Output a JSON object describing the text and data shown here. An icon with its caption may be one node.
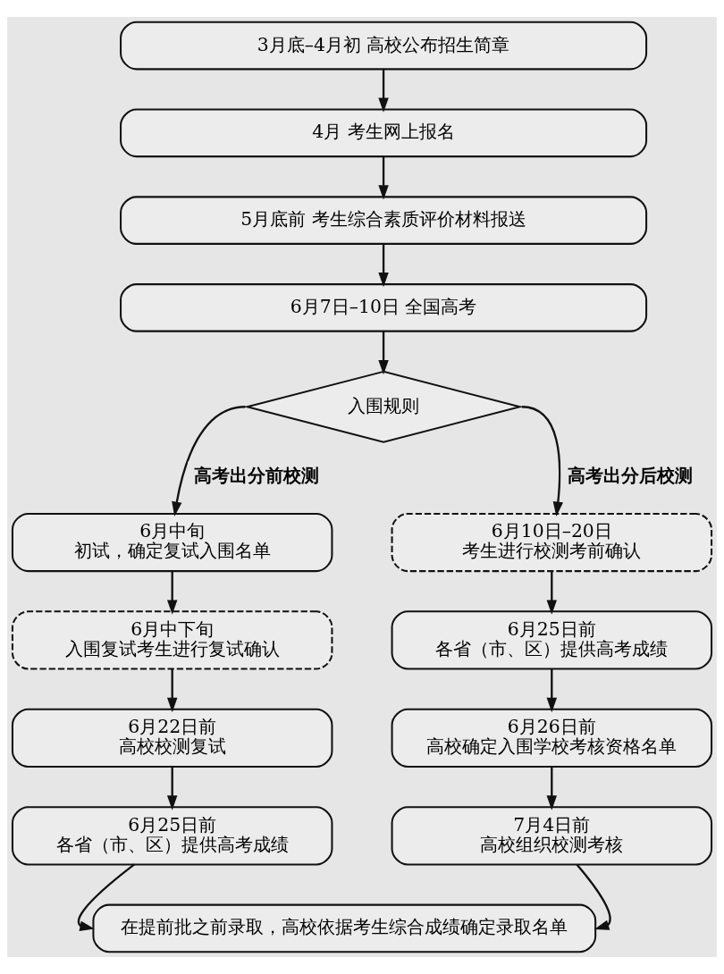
{
  "diagram": {
    "nodes": [
      {
        "text": [
          "3月底–4月初 高校公布招生简章"
        ]
      },
      {
        "text": [
          "4月 考生网上报名"
        ]
      },
      {
        "text": [
          "5月底前 考生综合素质评价材料报送"
        ]
      },
      {
        "text": [
          "6月7日–10日 全国高考"
        ]
      },
      {
        "text": [
          "入围规则"
        ]
      },
      {
        "text": [
          "6月中旬",
          "初试，确定复试入围名单"
        ]
      },
      {
        "text": [
          "6月中下旬",
          "入围复试考生进行复试确认"
        ]
      },
      {
        "text": [
          "6月22日前",
          "高校校测复试"
        ]
      },
      {
        "text": [
          "6月25日前",
          "各省（市、区）提供高考成绩"
        ]
      },
      {
        "text": [
          "6月10日–20日",
          "考生进行校测考前确认"
        ]
      },
      {
        "text": [
          "6月25日前",
          "各省（市、区）提供高考成绩"
        ]
      },
      {
        "text": [
          "6月26日前",
          "高校确定入围学校考核资格名单"
        ]
      },
      {
        "text": [
          "7月4日前",
          "高校组织校测考核"
        ]
      },
      {
        "text": [
          "在提前批之前录取，高校依据考生综合成绩确定录取名单"
        ]
      }
    ],
    "edges": [
      {
        "from": 0,
        "to": 1,
        "arrow": "to"
      },
      {
        "from": 1,
        "to": 2,
        "arrow": "to"
      },
      {
        "from": 2,
        "to": 3,
        "arrow": "to"
      },
      {
        "from": 3,
        "to": 4,
        "arrow": "to"
      },
      {
        "from": 4,
        "to": 5,
        "arrow": "to",
        "label": "高考出分前校测"
      },
      {
        "from": 5,
        "to": 6,
        "arrow": "to"
      },
      {
        "from": 6,
        "to": 7,
        "arrow": "to"
      },
      {
        "from": 7,
        "to": 8,
        "arrow": "to"
      },
      {
        "from": 4,
        "to": 9,
        "arrow": "to",
        "label": "高考出分后校测"
      },
      {
        "from": 9,
        "to": 10,
        "arrow": "to"
      },
      {
        "from": 10,
        "to": 11,
        "arrow": "to"
      },
      {
        "from": 11,
        "to": 12,
        "arrow": "to"
      },
      {
        "from": 8,
        "to": 13,
        "arrow": "to"
      },
      {
        "from": 12,
        "to": 13,
        "arrow": "to"
      }
    ]
  }
}
